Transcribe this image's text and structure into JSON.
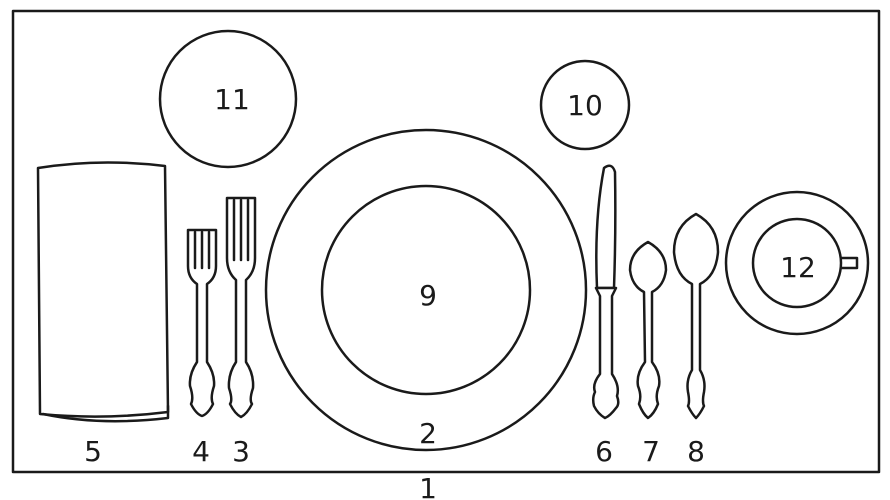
{
  "labels": {
    "table": "1",
    "charger_plate": "2",
    "dinner_fork": "3",
    "salad_fork": "4",
    "napkin": "5",
    "knife": "6",
    "teaspoon": "7",
    "soup_spoon": "8",
    "dinner_plate": "9",
    "water_glass": "10",
    "bread_plate": "11",
    "cup_and_saucer": "12"
  },
  "colors": {
    "stroke": "#1a1a1a",
    "fill": "#ffffff"
  }
}
